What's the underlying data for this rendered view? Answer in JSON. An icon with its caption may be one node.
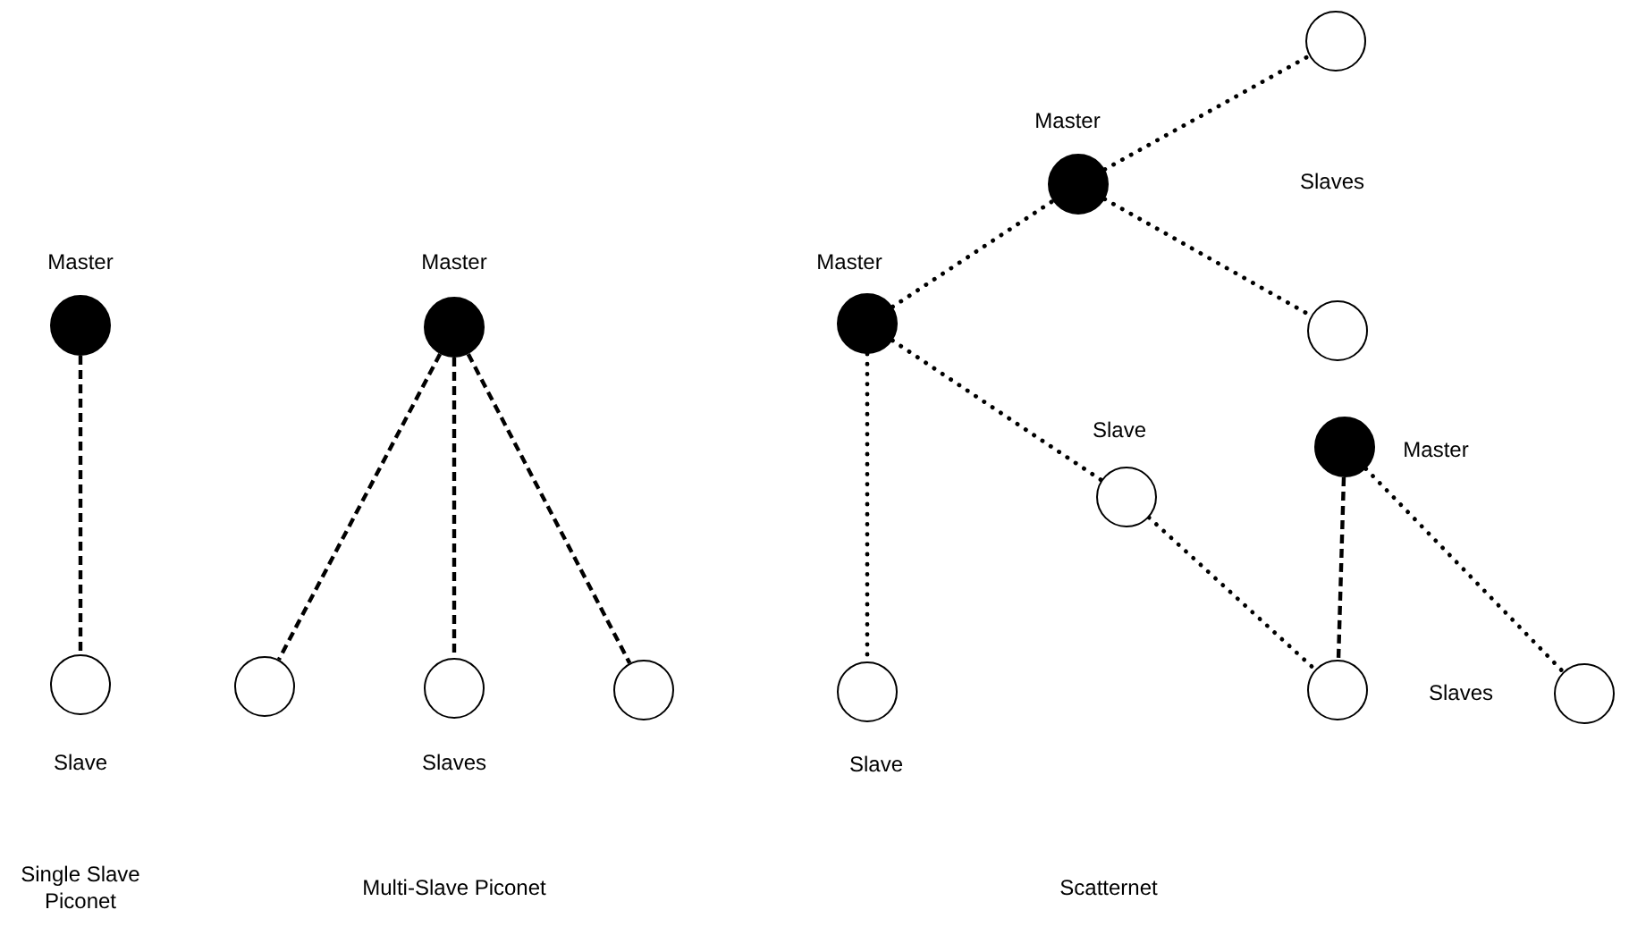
{
  "diagram": {
    "nodes": [
      {
        "text": [],
        "shape": "circle",
        "beside": [
          "Master"
        ]
      },
      {
        "text": [],
        "shape": "circle",
        "beside": [
          "Slave"
        ]
      },
      {
        "text": [],
        "shape": "circle",
        "beside": [
          "Master"
        ]
      },
      {
        "text": [],
        "shape": "circle"
      },
      {
        "text": [],
        "shape": "circle"
      },
      {
        "text": [],
        "shape": "circle"
      },
      {
        "text": [],
        "shape": "circle",
        "beside": [
          "Master"
        ]
      },
      {
        "text": [],
        "shape": "circle",
        "beside": [
          "Master"
        ]
      },
      {
        "text": [],
        "shape": "circle"
      },
      {
        "text": [],
        "shape": "circle"
      },
      {
        "text": [],
        "shape": "circle",
        "beside": [
          "Slave"
        ]
      },
      {
        "text": [],
        "shape": "circle",
        "beside": [
          "Master"
        ]
      },
      {
        "text": [],
        "shape": "circle",
        "beside": [
          "Slave"
        ]
      },
      {
        "text": [],
        "shape": "circle"
      },
      {
        "text": [],
        "shape": "circle"
      }
    ],
    "edges": [
      {
        "from": 0,
        "to": 1,
        "arrow": "none",
        "style": "dashed"
      },
      {
        "from": 2,
        "to": 3,
        "arrow": "none",
        "style": "dashed"
      },
      {
        "from": 2,
        "to": 4,
        "arrow": "none",
        "style": "dashed"
      },
      {
        "from": 2,
        "to": 5,
        "arrow": "none",
        "style": "dashed"
      },
      {
        "from": 6,
        "to": 7,
        "arrow": "none"
      },
      {
        "from": 7,
        "to": 8,
        "arrow": "none"
      },
      {
        "from": 7,
        "to": 9,
        "arrow": "none"
      },
      {
        "from": 6,
        "to": 10,
        "arrow": "none"
      },
      {
        "from": 6,
        "to": 12,
        "arrow": "none"
      },
      {
        "from": 10,
        "to": 13,
        "arrow": "none"
      },
      {
        "from": 11,
        "to": 13,
        "arrow": "none",
        "style": "dashed"
      },
      {
        "from": 11,
        "to": 14,
        "arrow": "none"
      }
    ],
    "labels": [
      "Slaves",
      "Slaves",
      "Slaves",
      "Single Slave Piconet",
      "Multi-Slave Piconet",
      "Scatternet"
    ]
  }
}
